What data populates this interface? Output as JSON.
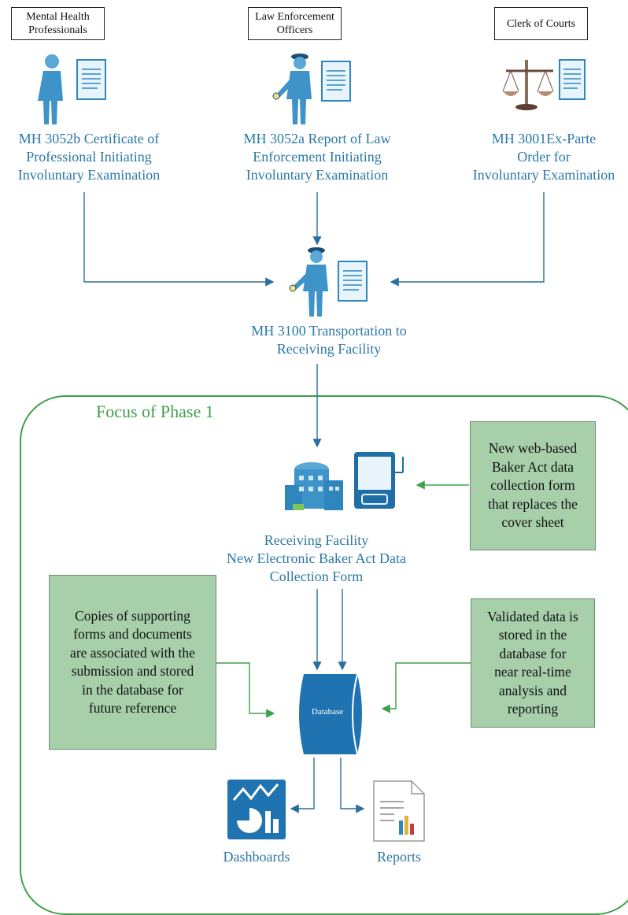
{
  "roles": [
    {
      "name": "Mental Health\nProfessionals"
    },
    {
      "name": "Law Enforcement\nOfficers"
    },
    {
      "name": "Clerk of Courts"
    }
  ],
  "forms": {
    "mh3052b": "MH 3052b Certificate of\nProfessional Initiating\nInvoluntary Examination",
    "mh3052a": "MH 3052a Report of Law\nEnforcement Initiating\nInvoluntary Examination",
    "mh3001": "MH 3001Ex-Parte\nOrder for\nInvoluntary Examination",
    "mh3100": "MH 3100 Transportation to\nReceiving Facility"
  },
  "phase": {
    "title": "Focus of Phase 1"
  },
  "receiving_facility": "Receiving Facility\nNew Electronic Baker Act Data\nCollection Form",
  "notes": {
    "web_form": "New web-based\nBaker Act data\ncollection form\nthat replaces the\ncover sheet",
    "supporting": "Copies of supporting\nforms and documents\nare associated with the\nsubmission and stored\nin the database for\nfuture reference",
    "validated": "Validated data is\nstored in the\ndatabase for\nnear real-time\nanalysis and\nreporting"
  },
  "database": {
    "label": "Database"
  },
  "outputs": {
    "dashboards": "Dashboards",
    "reports": "Reports"
  },
  "icons": [
    "person-icon",
    "document-icon",
    "police-officer-icon",
    "scales-of-justice-icon",
    "building-icon",
    "tablet-icon",
    "database-icon",
    "dashboard-icon",
    "report-icon"
  ],
  "colors": {
    "blue_text": "#2b78a6",
    "arrow": "#2b6f9e",
    "green_arrow": "#3fa04a",
    "note_fill": "#a7cfaa",
    "frame": "#3fa04a"
  }
}
